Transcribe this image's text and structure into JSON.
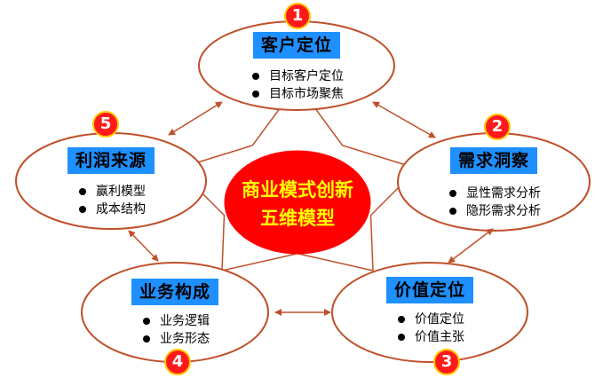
{
  "center": {
    "line1": "商业模式创新",
    "line2": "五维模型"
  },
  "nodes": [
    {
      "number": "1",
      "title": "客户定位",
      "items": [
        "目标客户定位",
        "目标市场聚焦"
      ]
    },
    {
      "number": "2",
      "title": "需求洞察",
      "items": [
        "显性需求分析",
        "隐形需求分析"
      ]
    },
    {
      "number": "3",
      "title": "价值定位",
      "items": [
        "价值定位",
        "价值主张"
      ]
    },
    {
      "number": "4",
      "title": "业务构成",
      "items": [
        "业务逻辑",
        "业务形态"
      ]
    },
    {
      "number": "5",
      "title": "利润来源",
      "items": [
        "赢利模型",
        "成本结构"
      ]
    }
  ],
  "colors": {
    "ellipse_stroke": "#c0502a",
    "connector": "#c0502a",
    "arrow": "#c0502a",
    "title_bg": "#1e90ff",
    "center_fill": "#ff0000",
    "center_text": "#ffff00",
    "badge_fill": "#ff1a1a",
    "badge_border": "#ffcc00"
  }
}
